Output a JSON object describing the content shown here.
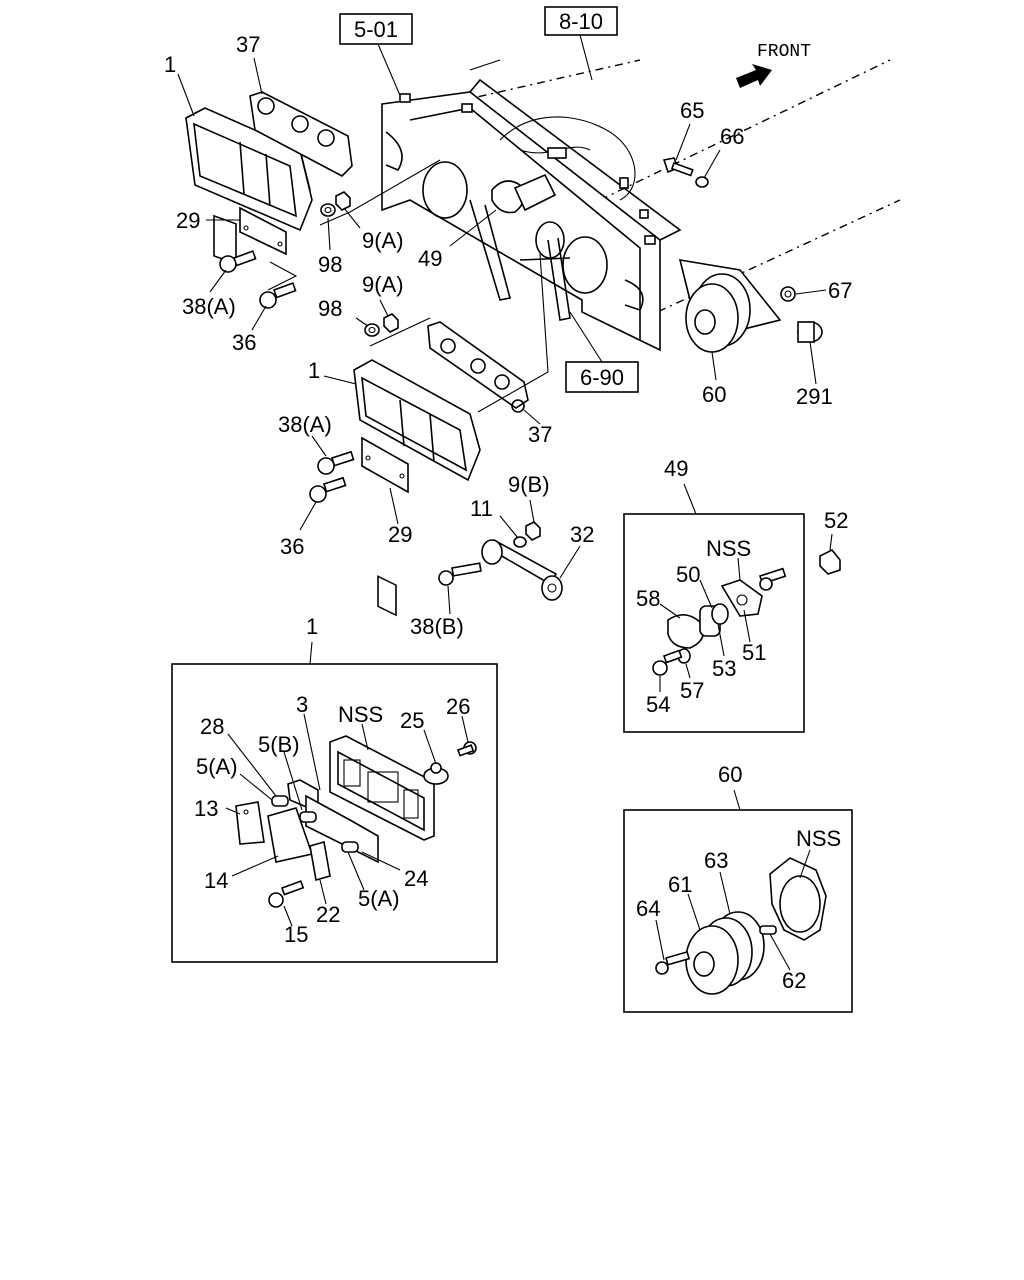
{
  "references": [
    "5-01",
    "8-10",
    "6-90"
  ],
  "direction_label": "FRONT",
  "callouts": {
    "c1_top": "1",
    "c37_top": "37",
    "c29_top": "29",
    "c98_top": "98",
    "c9a_top": "9(A)",
    "c49_main": "49",
    "c38a_top": "38(A)",
    "c36_top": "36",
    "c9a_mid": "9(A)",
    "c98_mid": "98",
    "c65": "65",
    "c66": "66",
    "c67": "67",
    "c60_main": "60",
    "c291": "291",
    "c1_mid": "1",
    "c38a_mid": "38(A)",
    "c37_mid": "37",
    "c36_mid": "36",
    "c29_mid": "29",
    "c9b": "9(B)",
    "c11": "11",
    "c32": "32",
    "c38b": "38(B)"
  },
  "detail_1": {
    "title": "1",
    "labels": {
      "l3": "3",
      "lnss": "NSS",
      "l25": "25",
      "l26": "26",
      "l28": "28",
      "l5b": "5(B)",
      "l5a_top": "5(A)",
      "l13": "13",
      "l14": "14",
      "l24": "24",
      "l5a_bot": "5(A)",
      "l22": "22",
      "l15": "15"
    }
  },
  "detail_49": {
    "title": "49",
    "labels": {
      "l52": "52",
      "lnss": "NSS",
      "l50": "50",
      "l58": "58",
      "l51": "51",
      "l53": "53",
      "l57": "57",
      "l54": "54"
    }
  },
  "detail_60": {
    "title": "60",
    "labels": {
      "lnss": "NSS",
      "l63": "63",
      "l61": "61",
      "l64": "64",
      "l62": "62"
    }
  }
}
